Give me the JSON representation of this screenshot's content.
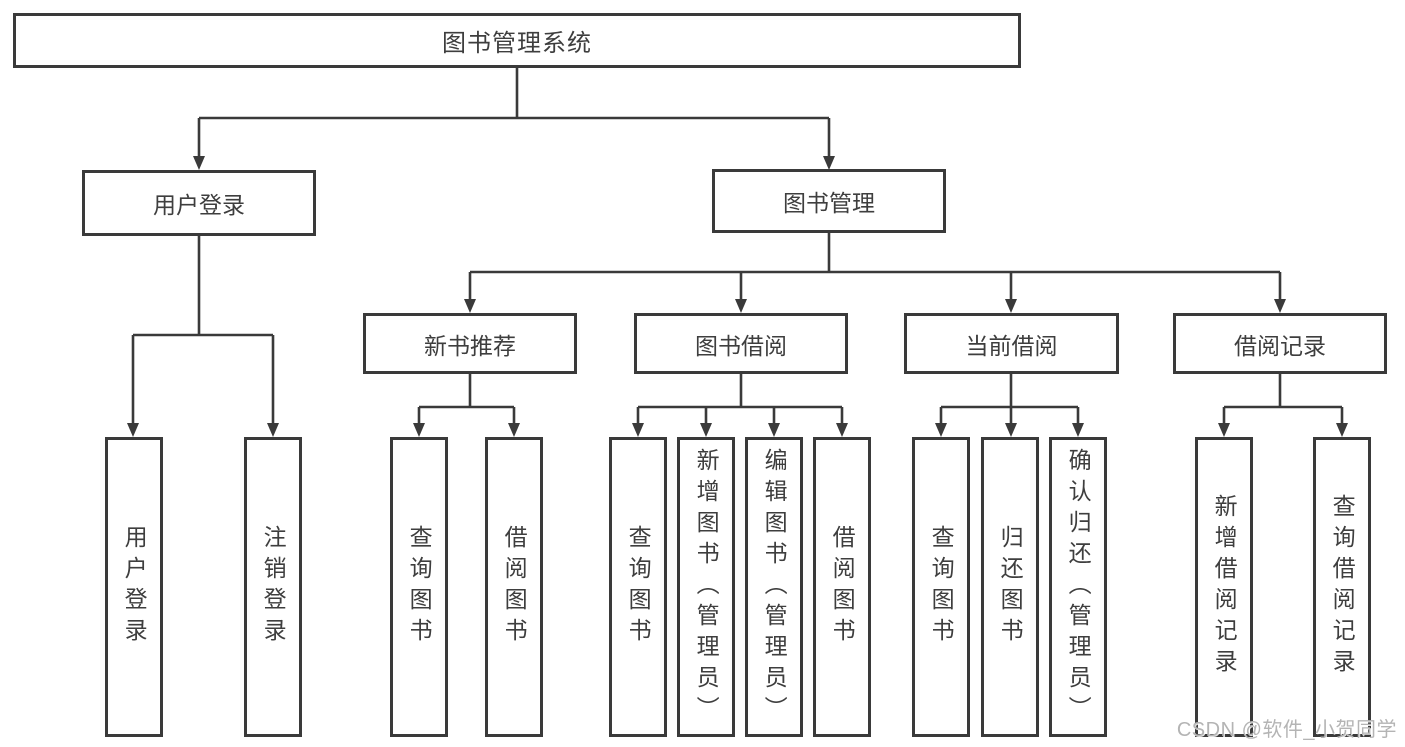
{
  "diagram": {
    "root": {
      "label": "图书管理系统"
    },
    "branches": [
      {
        "label": "用户登录",
        "children": [
          {
            "label": "用户登录"
          },
          {
            "label": "注销登录"
          }
        ]
      },
      {
        "label": "图书管理",
        "children": [
          {
            "label": "新书推荐",
            "children": [
              {
                "label": "查询图书"
              },
              {
                "label": "借阅图书"
              }
            ]
          },
          {
            "label": "图书借阅",
            "children": [
              {
                "label": "查询图书"
              },
              {
                "label": "新增图书（管理员）"
              },
              {
                "label": "编辑图书（管理员）"
              },
              {
                "label": "借阅图书"
              }
            ]
          },
          {
            "label": "当前借阅",
            "children": [
              {
                "label": "查询图书"
              },
              {
                "label": "归还图书"
              },
              {
                "label": "确认归还（管理员）"
              }
            ]
          },
          {
            "label": "借阅记录",
            "children": [
              {
                "label": "新增借阅记录"
              },
              {
                "label": "查询借阅记录"
              }
            ]
          }
        ]
      }
    ]
  },
  "watermark": {
    "text": "CSDN @软件_小贺同学"
  },
  "colors": {
    "line": "#3a3a3a",
    "text": "#3e3e3e",
    "box_bg": "#ffffff",
    "background": "#ffffff",
    "watermark": "#b4b4b4"
  }
}
